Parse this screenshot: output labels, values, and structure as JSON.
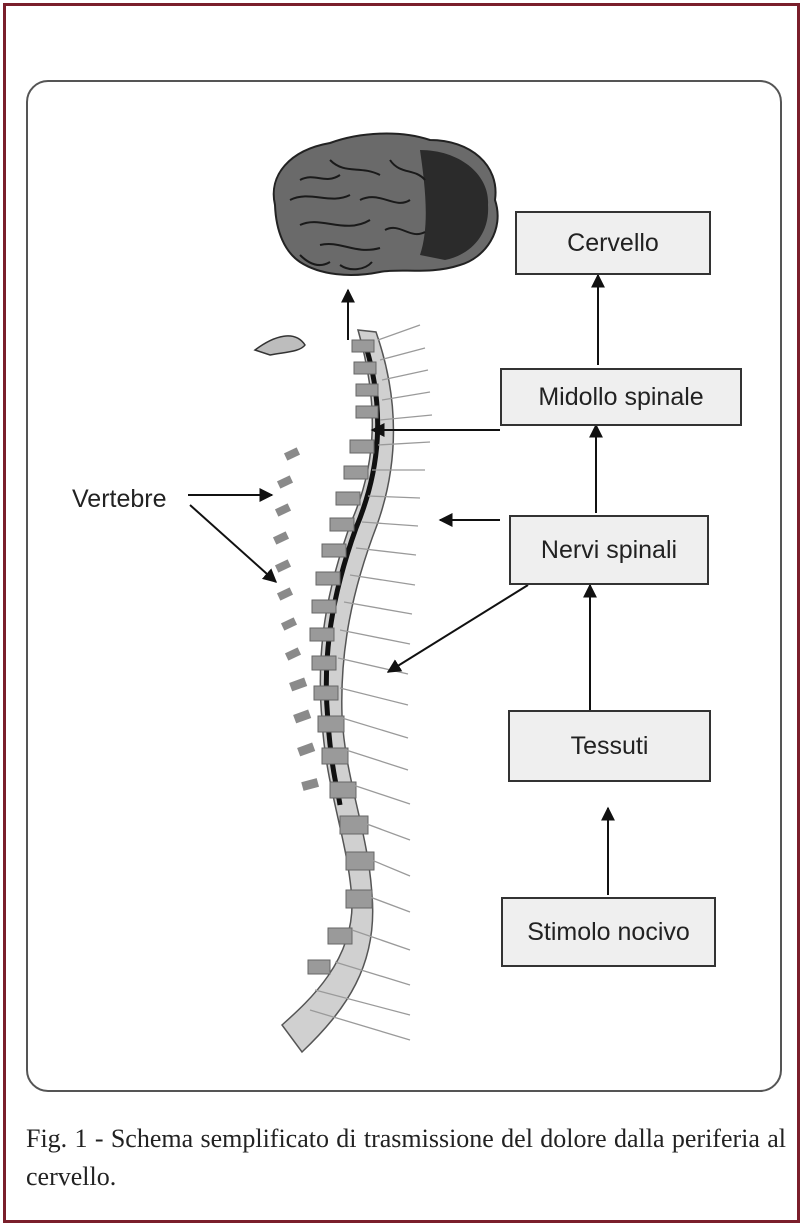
{
  "diagram": {
    "boxes": {
      "cervello": "Cervello",
      "midollo_spinale": "Midollo spinale",
      "nervi_spinali": "Nervi spinali",
      "tessuti": "Tessuti",
      "stimolo_nocivo": "Stimolo nocivo"
    },
    "labels": {
      "vertebre": "Vertebre"
    }
  },
  "caption": "Fig. 1 - Schema semplificato di trasmissione del dolore dalla periferia al cervello.",
  "colors": {
    "frame_border": "#7a1f2b",
    "box_fill": "#efefef"
  }
}
